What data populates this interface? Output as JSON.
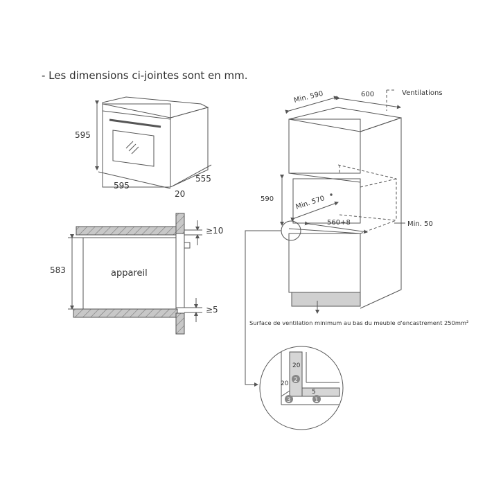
{
  "note": "- Les dimensions ci-jointes sont en mm.",
  "oven_view": {
    "height": "595",
    "width": "595",
    "depth": "555",
    "door_thickness": "20"
  },
  "section_view": {
    "label": "appareil",
    "height": "583",
    "top_gap": "≥10",
    "bottom_gap": "≥5"
  },
  "cabinet_view": {
    "min_width": "Min. 590",
    "depth": "600",
    "ventilations": "Ventilations",
    "niche_height": "590",
    "min_depth": "Min. 570",
    "niche_width": "560+8",
    "min_rear": "Min. 50",
    "ventilation_note": "Surface de ventilation minimum au bas du meuble d'encastrement 250mm²"
  },
  "detail_view": {
    "dim_top": "20",
    "dim_left": "20",
    "dim_bottom": "5",
    "markers": [
      "1",
      "2",
      "3"
    ]
  },
  "colors": {
    "line": "#555555",
    "hatch_fill": "#c8c8c8",
    "text": "#333333"
  }
}
